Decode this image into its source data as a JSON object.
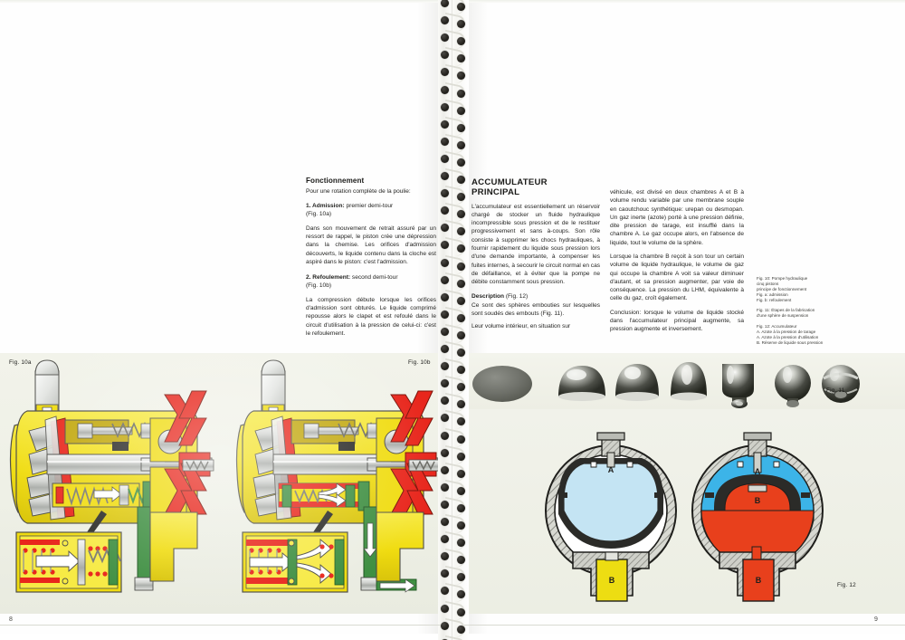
{
  "spread": {
    "left_page_number": "8",
    "right_page_number": "9"
  },
  "left_page": {
    "section": {
      "heading": "Fonctionnement",
      "intro": "Pour une rotation complète de la poulie:",
      "items": [
        {
          "label": "1. Admission:",
          "label_rest": " premier demi-tour",
          "figref": "(Fig. 10a)",
          "body": "Dans son mouvement de retrait assuré par un ressort de rappel, le piston crée une dépression dans la chemise. Les orifices d'admission découverts, le liquide contenu dans la cloche est aspiré dans le piston: c'est l'admission."
        },
        {
          "label": "2. Refoulement:",
          "label_rest": " second demi-tour",
          "figref": "(Fig. 10b)",
          "body": "La compression débute lorsque les orifices d'admission sont obturés. Le liquide comprimé repousse alors le clapet et est refoulé dans le circuit d'utilisation à la pression de celui-ci: c'est le refoulement."
        }
      ]
    },
    "figures": {
      "fig10a_label": "Fig. 10a",
      "fig10b_label": "Fig. 10b"
    }
  },
  "right_page": {
    "heading_line1": "ACCUMULATEUR",
    "heading_line2": "PRINCIPAL",
    "col1_paragraphs": [
      "L'accumulateur est essentiellement un réservoir chargé de stocker un fluide hydraulique incompressible sous pression et de le restituer progressivement et sans à-coups. Son rôle consiste à supprimer les chocs hydrauliques, à fournir rapidement du liquide sous pression lors d'une demande importante, à compenser les fuites internes, à secourir le circuit normal en cas de défaillance, et à éviter que la pompe ne débite constamment sous pression."
    ],
    "description_heading": "Description",
    "description_figref": " (Fig. 12)",
    "description_body": "Ce sont des sphères embouties sur lesquelles sont soudés des embouts (Fig. 11).",
    "col1_last": "Leur volume intérieur, en situation sur",
    "col2_paragraphs": [
      "véhicule, est divisé en deux chambres A et B à volume rendu variable par une membrane souple en caoutchouc synthétique: urepan ou desmopan. Un gaz inerte (azote) porté à une pression définie, dite pression de tarage, est insufflé dans la chambre A. Le gaz occupe alors, en l'absence de liquide, tout le volume de la sphère.",
      "Lorsque la chambre B reçoit à son tour un certain volume de liquide hydraulique, le volume de gaz qui occupe la chambre A voit sa valeur diminuer d'autant, et sa pression augmenter, par voie de conséquence. La pression du LHM, équivalente à celle du gaz, croît également.",
      "Conclusion: lorsque le volume de liquide stocké dans l'accumulateur principal augmente, sa pression augmente et inversement."
    ],
    "captions": [
      {
        "lines": [
          "Fig. 10: Pompe hydraulique",
          "cinq pistons",
          "principe de fonctionnement",
          "Fig. a: admission",
          "Fig. b: refoulement"
        ]
      },
      {
        "lines": [
          "Fig. 11: Étapes de la fabrication",
          "d'une sphère de suspension"
        ]
      },
      {
        "lines": [
          "Fig. 12: Accumulateur",
          "A. Azote à la pression de tarage",
          "A. Azote à la pression d'utilisation",
          "B. Réserve de liquide sous pression"
        ]
      }
    ],
    "figures": {
      "fig11_label": "Fig. 11",
      "fig12_label": "Fig. 12",
      "fig12_left_chamber_a": "A",
      "fig12_left_chamber_b": "B",
      "fig12_right_chamber_a": "A",
      "fig12_right_chamber_b": "B",
      "fig12_right_reserve_b": "B"
    }
  },
  "colors": {
    "pump_body_yellow": "#f2e01c",
    "pump_red": "#e8261c",
    "pump_green": "#3f8f42",
    "pump_steel": "#c9cbc8",
    "gas_blue": "#4fb9e8",
    "gas_blue_light": "#bfe2f2",
    "liquid_red": "#e8401c",
    "membrane_dark": "#2b2b28",
    "shell_hatch": "#b9b9b2",
    "paper": "#eff0e7",
    "text": "#1a1a18"
  }
}
